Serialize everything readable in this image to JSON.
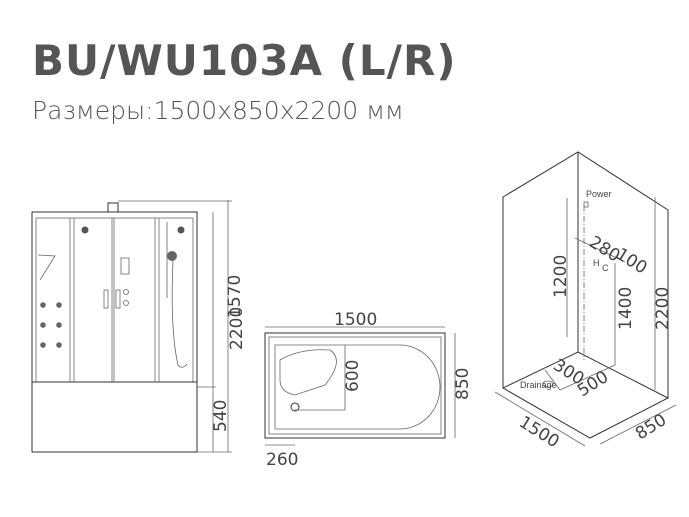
{
  "header": {
    "title": "BU/WU103A (L/R)",
    "dimensions": "Размеры:1500x850x2200 мм"
  },
  "front_view": {
    "height_cabin": "1570",
    "height_total": "2200",
    "height_tub": "540"
  },
  "top_view": {
    "length": "1500",
    "width": "850",
    "seat_depth": "600",
    "drain_offset": "260"
  },
  "iso_view": {
    "power_label": "Power",
    "hot_label": "H",
    "cold_label": "C",
    "drainage_label": "Drainage",
    "d280": "280",
    "d100": "100",
    "d1200": "1200",
    "d1400": "1400",
    "d2200": "2200",
    "d300": "300",
    "d500": "500",
    "d1500": "1500",
    "d850": "850"
  }
}
